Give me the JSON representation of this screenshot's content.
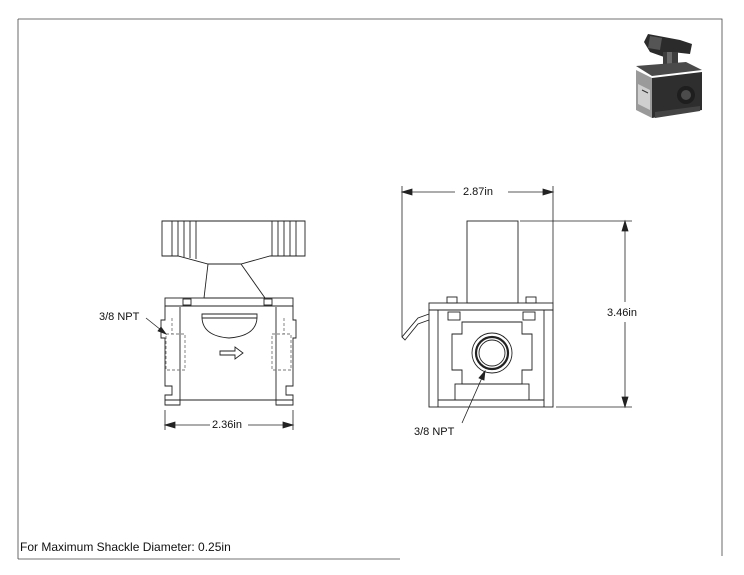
{
  "labels": {
    "npt_left": "3/8 NPT",
    "width_left": "2.36in",
    "width_right": "2.87in",
    "height_right": "3.46in",
    "npt_right": "3/8 NPT"
  },
  "note": "For Maximum Shackle Diameter: 0.25in",
  "thumbnail": {
    "name": "isometric-product-render"
  },
  "colors": {
    "line": "#222222",
    "hidden": "#777777",
    "render_body": "#3a3a3a",
    "render_handle": "#2b2b2b"
  }
}
